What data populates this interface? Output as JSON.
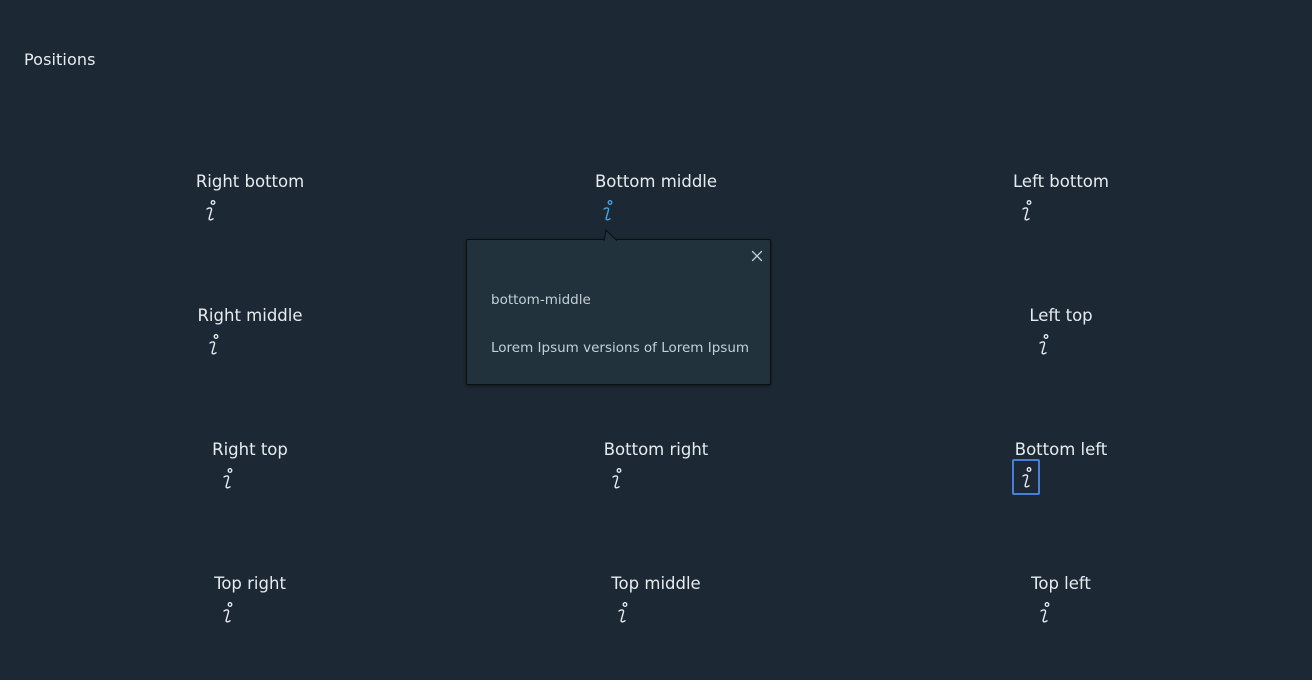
{
  "page": {
    "title": "Positions"
  },
  "colors": {
    "background": "#1c2833",
    "text": "#e6ecf0",
    "active_icon": "#4aa3df",
    "focus_ring": "#4a7fd6",
    "popover_bg": "#21323c"
  },
  "items": [
    {
      "label": "Right bottom",
      "icon": "info-icon"
    },
    {
      "label": "Bottom middle",
      "icon": "info-icon",
      "state": "active"
    },
    {
      "label": "Left bottom",
      "icon": "info-icon"
    },
    {
      "label": "Right middle",
      "icon": "info-icon"
    },
    {
      "label": "Left top",
      "icon": "info-icon"
    },
    {
      "label": "Right top",
      "icon": "info-icon"
    },
    {
      "label": "Bottom right",
      "icon": "info-icon"
    },
    {
      "label": "Bottom left",
      "icon": "info-icon",
      "state": "focused"
    },
    {
      "label": "Top right",
      "icon": "info-icon"
    },
    {
      "label": "Top middle",
      "icon": "info-icon"
    },
    {
      "label": "Top left",
      "icon": "info-icon"
    }
  ],
  "popover": {
    "title": "bottom-middle",
    "body": "Lorem Ipsum versions of Lorem Ipsum",
    "close_icon": "close-icon"
  }
}
